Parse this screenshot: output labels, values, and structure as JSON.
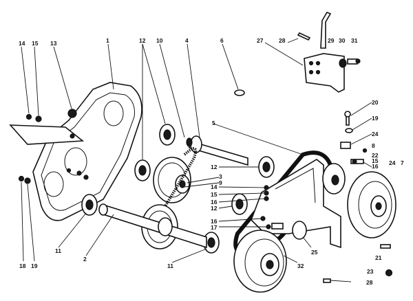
{
  "labels": {
    "n1": "1",
    "n2": "2",
    "n3": "3",
    "n4": "4",
    "n5": "5",
    "n6": "6",
    "n7": "7",
    "n8": "8",
    "n9": "9",
    "n10": "10",
    "n11a": "11",
    "n11b": "11",
    "n12a": "12",
    "n12b": "12",
    "n12c": "12",
    "n13": "13",
    "n14a": "14",
    "n14b": "14",
    "n15a": "15",
    "n15b": "15",
    "n16a": "16",
    "n16b": "16",
    "n16c": "16",
    "n17": "17",
    "n18": "18",
    "n19a": "19",
    "n19b": "19",
    "n20": "20",
    "n21": "21",
    "n22": "22",
    "n23": "23",
    "n24a": "24",
    "n24b": "24",
    "n25": "25",
    "n27": "27",
    "n28a": "28",
    "n28b": "28",
    "n29": "29",
    "n30": "30",
    "n31": "31",
    "n32": "32"
  }
}
